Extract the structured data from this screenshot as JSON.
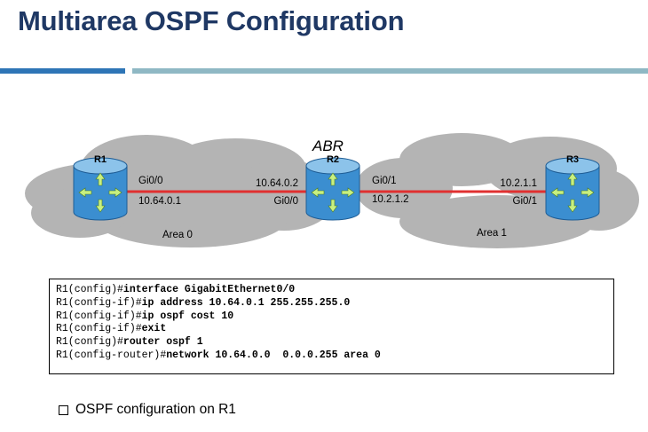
{
  "slide": {
    "title": "Multiarea OSPF Configuration",
    "note": "OSPF configuration on R1"
  },
  "diagram": {
    "routers": [
      {
        "name": "R1"
      },
      {
        "name": "R2",
        "annotation": "ABR"
      },
      {
        "name": "R3"
      }
    ],
    "links": [
      {
        "left_interface": "Gi0/0",
        "left_ip": "10.64.0.1",
        "right_ip": "10.64.0.2",
        "right_interface": "Gi0/0",
        "area": "Area 0"
      },
      {
        "left_interface": "Gi0/1",
        "left_ip": "10.2.1.2",
        "right_ip": "10.2.1.1",
        "right_interface": "Gi0/1",
        "area": "Area 1"
      }
    ],
    "colors": {
      "router": "#3b8ed0",
      "router_top": "#8cc3ea",
      "link": "#e03030",
      "cloud": "#b4b4b4",
      "arrows": "#c8f080"
    }
  },
  "cli": [
    {
      "prompt": "R1(config)#",
      "command": "interface GigabitEthernet0/0"
    },
    {
      "prompt": "R1(config-if)#",
      "command": "ip address 10.64.0.1 255.255.255.0"
    },
    {
      "prompt": "R1(config-if)#",
      "command": "ip ospf cost 10"
    },
    {
      "prompt": "R1(config-if)#",
      "command": "exit"
    },
    {
      "prompt": "R1(config)#",
      "command": "router ospf 1"
    },
    {
      "prompt": "R1(config-router)#",
      "command": "network 10.64.0.0  0.0.0.255 area 0"
    }
  ]
}
